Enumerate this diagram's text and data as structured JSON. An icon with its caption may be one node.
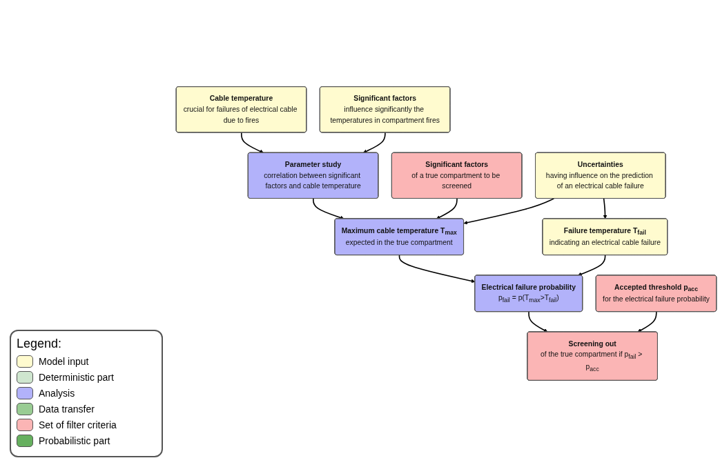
{
  "diagram": {
    "nodes": [
      {
        "text": [
          "Cable temperature",
          "crucial for failures of electrical cable due to fires"
        ]
      },
      {
        "text": [
          "Significant factors",
          "of a true compartment to be screened"
        ]
      },
      {
        "text": [
          "Uncertainties",
          "having influence on the prediction of an electrical cable failure"
        ]
      },
      {
        "text": [
          "Parameter study",
          "correlation between significant factors and cable temperature"
        ]
      },
      {
        "text": [
          "Maximum cable temperature T$_{max}$",
          "expected in the true compartment"
        ]
      },
      {
        "text": [
          "Failure temperature T$_{fail}$",
          "indicating an electrical cable failure"
        ]
      },
      {
        "text": [
          "Significant factors",
          "influence significantly the temperatures in compartment fires"
        ]
      },
      {
        "text": [
          "Electrical failure probability",
          "p$_{fail}$ = p(T$_{max}$>T$_{fail}$)"
        ]
      },
      {
        "text": [
          "Accepted threshold p$_{acc}$",
          "for the electrical failure probability"
        ]
      },
      {
        "text": [
          "Screening out",
          "of the true compartment if p$_{fail}$ > p$_{acc}$"
        ]
      }
    ],
    "edges": [
      {
        "from": 0,
        "to": 3,
        "arrow": "to"
      },
      {
        "from": 6,
        "to": 3,
        "arrow": "to"
      },
      {
        "from": 3,
        "to": 4,
        "arrow": "to"
      },
      {
        "from": 1,
        "to": 4,
        "arrow": "to"
      },
      {
        "from": 2,
        "to": 4,
        "arrow": "to"
      },
      {
        "from": 2,
        "to": 5,
        "arrow": "to"
      },
      {
        "from": 4,
        "to": 7,
        "arrow": "to"
      },
      {
        "from": 5,
        "to": 7,
        "arrow": "to"
      },
      {
        "from": 7,
        "to": 9,
        "arrow": "to"
      },
      {
        "from": 8,
        "to": 9,
        "arrow": "to"
      }
    ],
    "labels": [
      "Legend:"
    ],
    "legend": [
      {
        "text": "Model input",
        "color": "#fffbcf"
      },
      {
        "text": "Deterministic part",
        "color": "#cfe6cf"
      },
      {
        "text": "Analysis",
        "color": "#b2b2fa"
      },
      {
        "text": "Data transfer",
        "color": "#99cc93"
      },
      {
        "text": "Set of filter criteria",
        "color": "#fbb5b5"
      },
      {
        "text": "Probabilistic part",
        "color": "#66b05f"
      }
    ]
  }
}
